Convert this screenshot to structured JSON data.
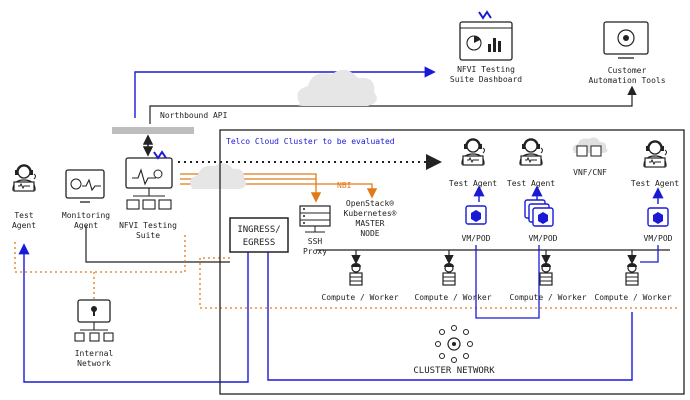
{
  "top": {
    "dashboard": [
      "NFVI Testing",
      "Suite Dashboard"
    ],
    "automation": [
      "Customer",
      "Automation Tools"
    ],
    "northbound": "Northbound API"
  },
  "left": {
    "test_agent": [
      "Test",
      "Agent"
    ],
    "monitoring_agent": [
      "Monitoring",
      "Agent"
    ],
    "nfvi_suite": [
      "NFVI Testing",
      "Suite"
    ],
    "internal_network": [
      "Internal",
      "Network"
    ]
  },
  "cluster": {
    "title": "Telco Cloud Cluster to be evaluated",
    "ingress": [
      "INGRESS/",
      "EGRESS"
    ],
    "nbi": "NBI",
    "master": [
      "OpenStack®",
      "Kubernetes®",
      "MASTER",
      "NODE"
    ],
    "ssh": [
      "SSH",
      "Proxy"
    ],
    "test_agent": "Test Agent",
    "vnf_cnf": "VNF/CNF",
    "vm_pod": "VM/POD",
    "compute_worker": "Compute / Worker",
    "cluster_network": "CLUSTER NETWORK"
  },
  "colors": {
    "blue": "#1a1ad6",
    "orange": "#e07b1a",
    "line": "#222222",
    "gray": "#bdbdbd"
  }
}
